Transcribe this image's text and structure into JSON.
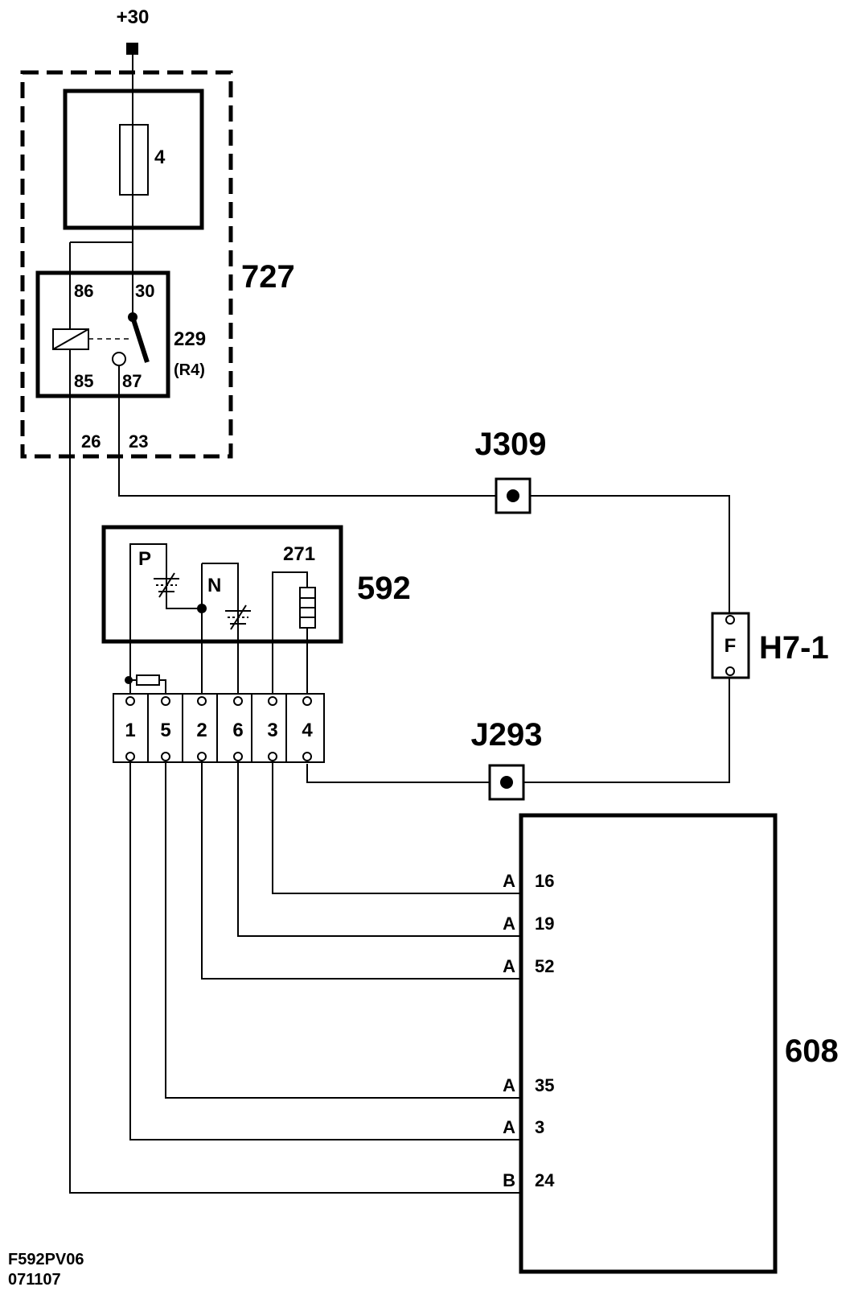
{
  "supply": {
    "label": "+30"
  },
  "unit_727": {
    "label": "727",
    "fuse_label": "4"
  },
  "relay": {
    "label": "229",
    "sublabel": "(R4)",
    "pins": {
      "p86": "86",
      "p30": "30",
      "p85": "85",
      "p87": "87"
    }
  },
  "unit_727_pins": {
    "p26": "26",
    "p23": "23"
  },
  "junctions": {
    "j309": "J309",
    "j293": "J293"
  },
  "fuse_h7": {
    "label": "H7-1",
    "letter": "F"
  },
  "switch_592": {
    "label": "592",
    "p_label": "P",
    "n_label": "N",
    "resistor_label": "271"
  },
  "connector_pins": [
    "1",
    "5",
    "2",
    "6",
    "3",
    "4"
  ],
  "ecu_608": {
    "label": "608",
    "pins": [
      {
        "prefix": "A",
        "num": "16"
      },
      {
        "prefix": "A",
        "num": "19"
      },
      {
        "prefix": "A",
        "num": "52"
      },
      {
        "prefix": "A",
        "num": "35"
      },
      {
        "prefix": "A",
        "num": "3"
      },
      {
        "prefix": "B",
        "num": "24"
      }
    ]
  },
  "footer": {
    "code": "F592PV06",
    "date": "071107"
  }
}
